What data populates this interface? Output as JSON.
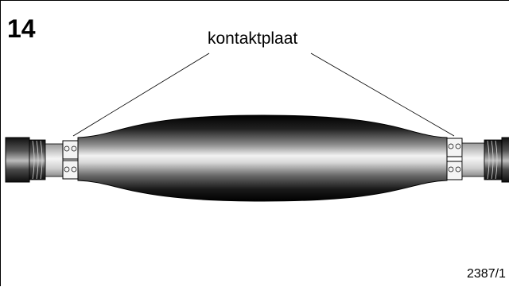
{
  "figure": {
    "step_number": "14",
    "callout_label": "kontaktplaat",
    "figure_code": "2387/1"
  }
}
